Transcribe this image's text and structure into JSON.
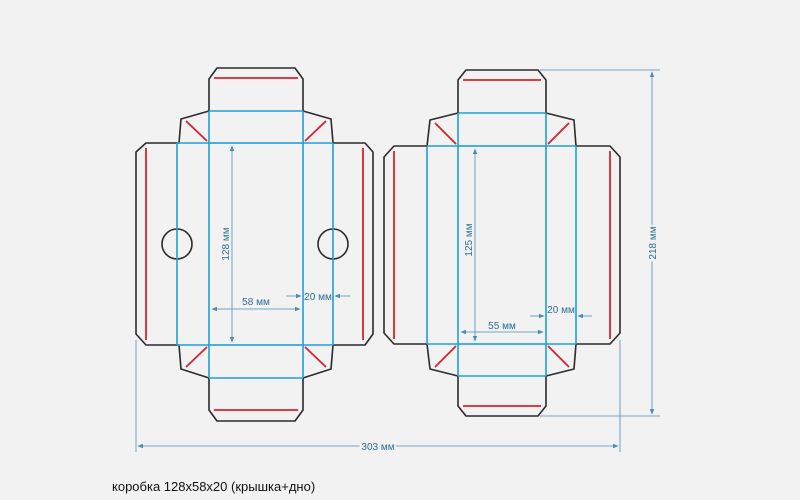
{
  "lid": {
    "height_label": "128 мм",
    "width_label": "58 мм",
    "depth_label": "20 мм"
  },
  "base": {
    "height_label": "125 мм",
    "width_label": "55 мм",
    "depth_label": "20 мм"
  },
  "overall": {
    "total_width_label": "303 мм",
    "total_height_label": "218 мм"
  },
  "caption": "коробка 128х58х20 (крышка+дно)",
  "colors": {
    "cut_line": "#2b2b2b",
    "fold_line": "#1ea0d6",
    "glue_line": "#d4242e",
    "dimension": "#4a8db3"
  }
}
